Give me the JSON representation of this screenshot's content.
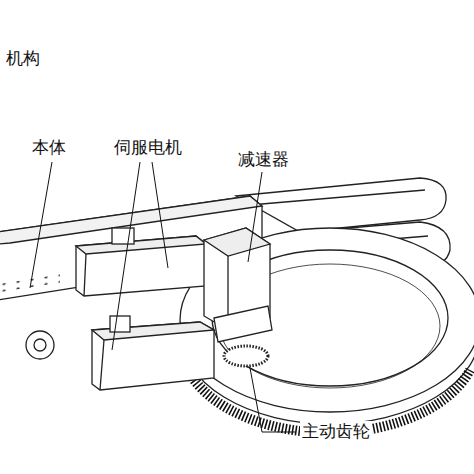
{
  "diagram": {
    "labels": [
      "机构",
      "本体",
      "伺服电机",
      "减速器",
      "主动齿轮"
    ]
  }
}
